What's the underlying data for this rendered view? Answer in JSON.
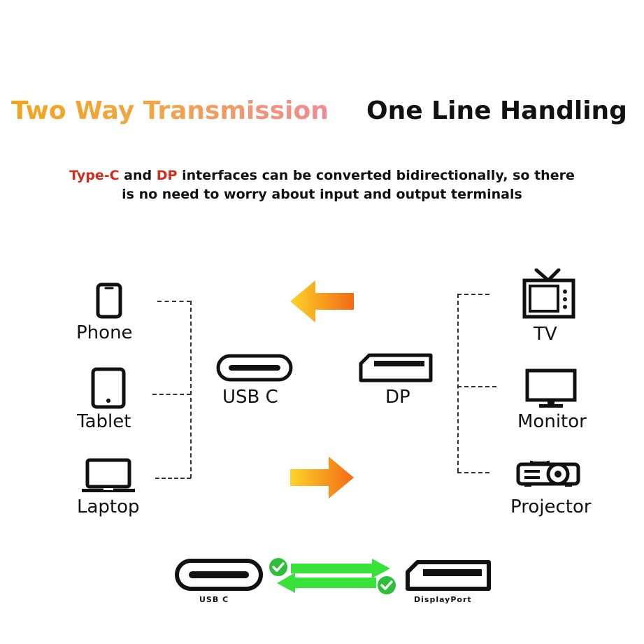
{
  "headline": {
    "left": "Two Way Transmission",
    "right": "One Line Handling"
  },
  "subtitle": {
    "hl1": "Type-C",
    "text1": " and ",
    "hl2": "DP",
    "text2": " interfaces can be converted bidirectionally, so there",
    "line2": "is no need to worry about input and output terminals"
  },
  "left_devices": [
    "Phone",
    "Tablet",
    "Laptop"
  ],
  "right_devices": [
    "TV",
    "Monitor",
    "Projector"
  ],
  "ports": {
    "usb_c": "USB C",
    "dp": "DP"
  },
  "bottom": {
    "usb_c": "USB C",
    "displayport": "DisplayPort"
  },
  "colors": {
    "accent_red": "#d42a1e",
    "arrow_orange": "#f7941d",
    "arrow_green": "#39e23a",
    "check_green": "#2dbf3a"
  },
  "icons": [
    "phone-icon",
    "tablet-icon",
    "laptop-icon",
    "tv-icon",
    "monitor-icon",
    "projector-icon",
    "usb-c-port-icon",
    "dp-port-icon",
    "arrow-left-icon",
    "arrow-right-icon",
    "check-icon"
  ]
}
